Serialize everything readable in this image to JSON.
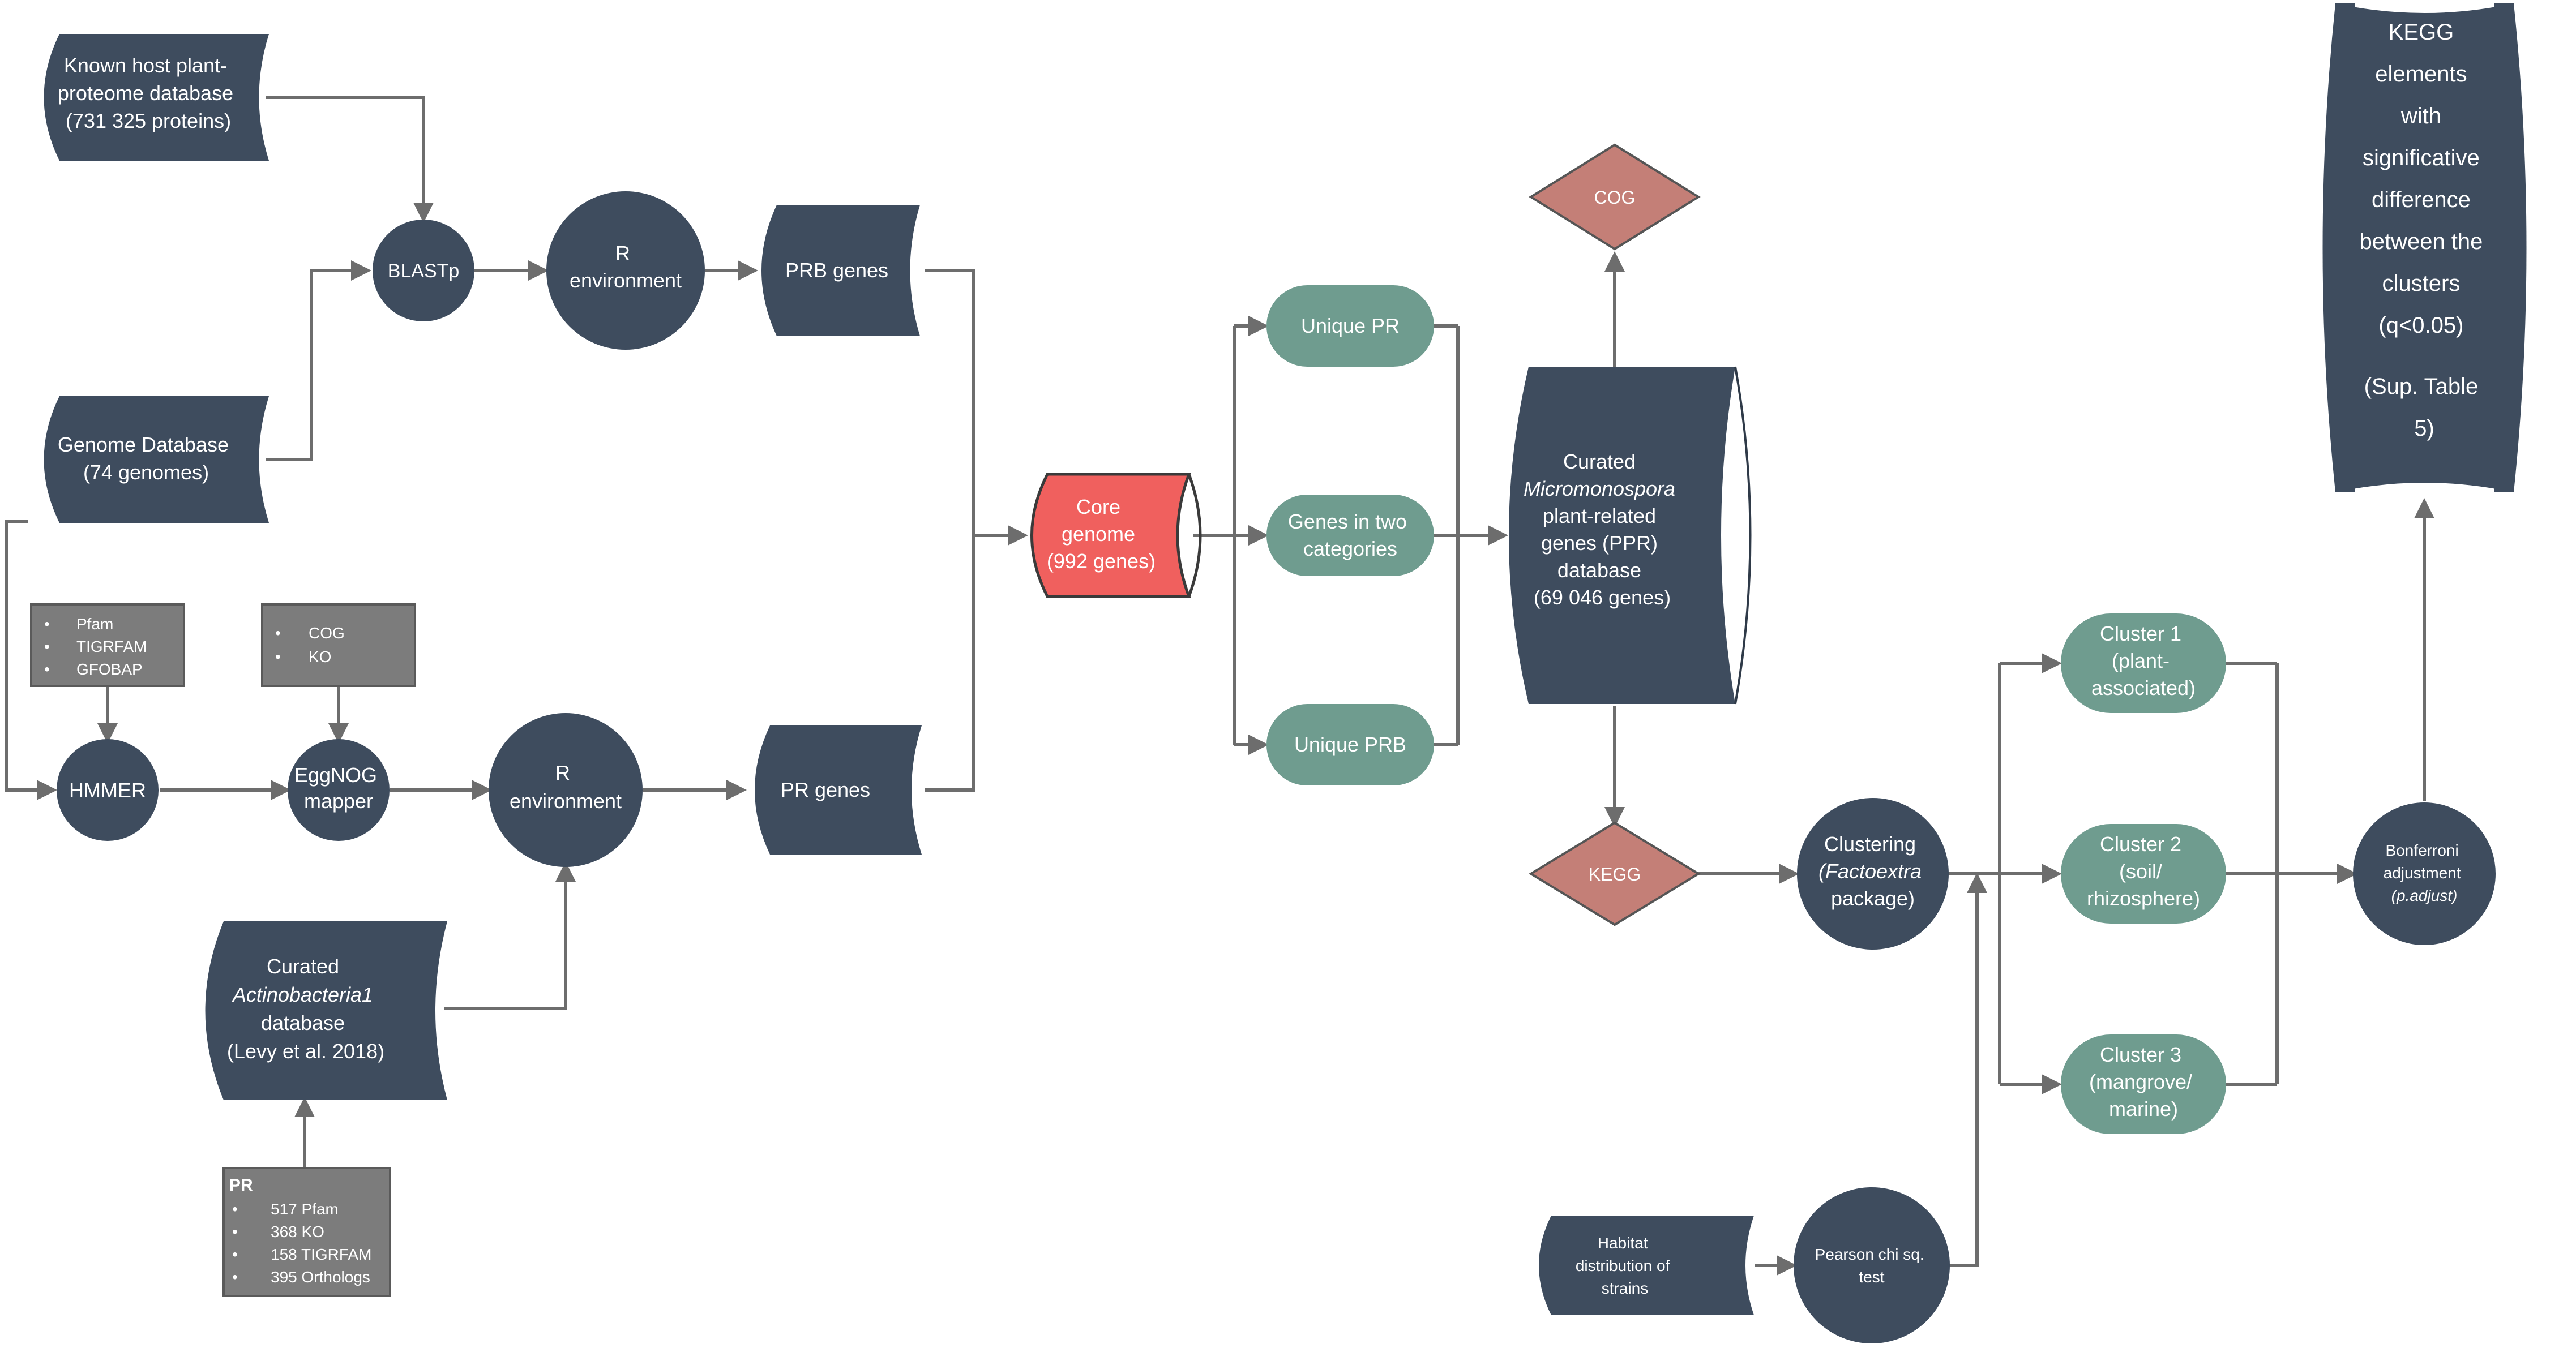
{
  "colors": {
    "node_dark": "#3e4c5e",
    "node_teal": "#6f9c8f",
    "core_red": "#f0605e",
    "diamond_red": "#c47f77",
    "box_grey": "#7c7c7c",
    "edge": "#6d6d6d",
    "text": "#ffffff"
  },
  "nodes": {
    "host_db": {
      "lines": [
        "Known host plant-",
        "proteome database",
        "(731 325 proteins)"
      ]
    },
    "genome_db": {
      "lines": [
        "Genome Database",
        "(74 genomes)"
      ]
    },
    "blastp": {
      "lines": [
        "BLASTp"
      ]
    },
    "r_env_top": {
      "lines": [
        "R",
        "environment"
      ]
    },
    "prb_genes": {
      "lines": [
        "PRB genes"
      ]
    },
    "pfam_box": {
      "items": [
        "Pfam",
        "TIGRFAM",
        "GFOBAP"
      ]
    },
    "cog_ko_box": {
      "items": [
        "COG",
        "KO"
      ]
    },
    "hmmer": {
      "lines": [
        "HMMER"
      ]
    },
    "eggnog": {
      "lines": [
        "EggNOG",
        "mapper"
      ]
    },
    "r_env_bottom": {
      "lines": [
        "R",
        "environment"
      ]
    },
    "pr_genes": {
      "lines": [
        "PR genes"
      ]
    },
    "actino_db": {
      "lines": [
        "Curated",
        "Actinobacteria1",
        "database",
        "(Levy et al. 2018)"
      ]
    },
    "pr_box": {
      "title": "PR",
      "items": [
        "517 Pfam",
        "368 KO",
        "158 TIGRFAM",
        "395 Orthologs"
      ]
    },
    "core_genome": {
      "lines": [
        "Core",
        "genome",
        "(992 genes)"
      ]
    },
    "unique_pr": {
      "lines": [
        "Unique PR"
      ]
    },
    "genes_two": {
      "lines": [
        "Genes in two",
        "categories"
      ]
    },
    "unique_prb": {
      "lines": [
        "Unique PRB"
      ]
    },
    "curated_db": {
      "lines": [
        "Curated",
        "Micromonospora",
        "plant-related",
        "genes (PPR)",
        "database",
        "(69 046 genes)"
      ]
    },
    "cog_diamond": {
      "lines": [
        "COG"
      ]
    },
    "kegg_diamond": {
      "lines": [
        "KEGG"
      ]
    },
    "clustering": {
      "lines": [
        "Clustering",
        "(Factoextra",
        "package)"
      ]
    },
    "cluster1": {
      "lines": [
        "Cluster 1",
        "(plant-",
        "associated)"
      ]
    },
    "cluster2": {
      "lines": [
        "Cluster 2",
        "(soil/",
        "rhizosphere)"
      ]
    },
    "cluster3": {
      "lines": [
        "Cluster 3",
        "(mangrove/",
        "marine)"
      ]
    },
    "habitat": {
      "lines": [
        "Habitat",
        "distribution of",
        "strains"
      ]
    },
    "pearson": {
      "lines": [
        "Pearson chi sq.",
        "test"
      ]
    },
    "bonferroni": {
      "lines": [
        "Bonferroni",
        "adjustment",
        "(p.adjust)"
      ]
    },
    "kegg_elements": {
      "lines": [
        "KEGG",
        "elements",
        "with",
        "significative",
        "difference",
        "between the",
        "clusters",
        "(q<0.05)",
        "(Sup. Table",
        "5)"
      ]
    }
  }
}
